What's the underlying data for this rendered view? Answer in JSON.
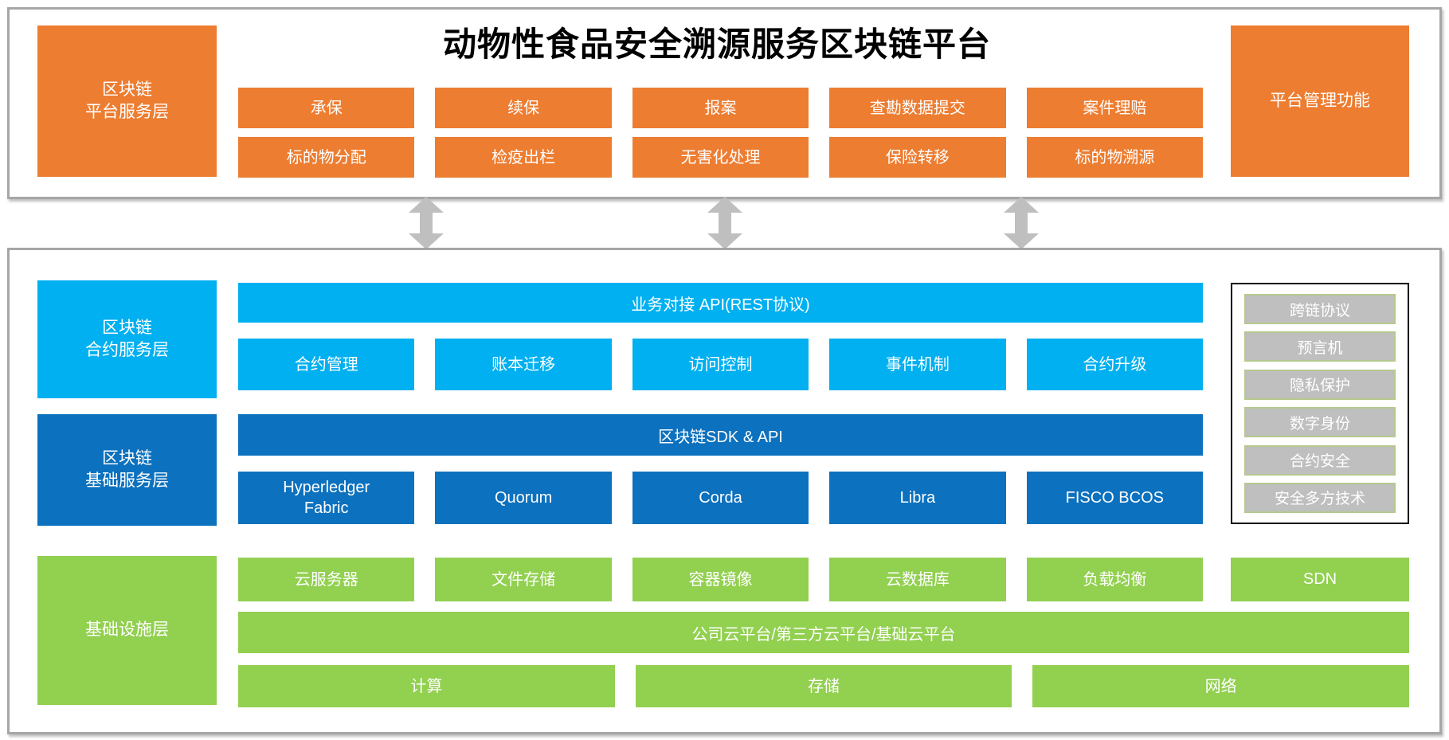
{
  "title": "动物性食品安全溯源服务区块链平台",
  "colors": {
    "orange": "#ED7D31",
    "light_blue": "#00B0F0",
    "dark_blue": "#0C71BE",
    "green": "#92D050",
    "gray_fill": "#BFBFBF",
    "gray_border": "#A6A6A6",
    "panel_item_border": "#B5C98E",
    "arrow_gray": "#BFBFBF"
  },
  "platform_layer": {
    "label_lines": [
      "区块链",
      "平台服务层"
    ],
    "admin_label": "平台管理功能",
    "button_rows": [
      [
        "承保",
        "续保",
        "报案",
        "查勘数据提交",
        "案件理赔"
      ],
      [
        "标的物分配",
        "检疫出栏",
        "无害化处理",
        "保险转移",
        "标的物溯源"
      ]
    ]
  },
  "contract_layer": {
    "label_lines": [
      "区块链",
      "合约服务层"
    ],
    "api_bar": "业务对接 API(REST协议)",
    "buttons": [
      "合约管理",
      "账本迁移",
      "访问控制",
      "事件机制",
      "合约升级"
    ]
  },
  "base_layer": {
    "label_lines": [
      "区块链",
      "基础服务层"
    ],
    "sdk_bar": "区块链SDK & API",
    "buttons": [
      "Hyperledger Fabric",
      "Quorum",
      "Corda",
      "Libra",
      "FISCO BCOS"
    ]
  },
  "security_panel": {
    "items": [
      "跨链协议",
      "预言机",
      "隐私保护",
      "数字身份",
      "合约安全",
      "安全多方技术"
    ]
  },
  "infra_layer": {
    "label": "基础设施层",
    "row1": [
      "云服务器",
      "文件存储",
      "容器镜像",
      "云数据库",
      "负载均衡"
    ],
    "sdn_label": "SDN",
    "cloud_bar": "公司云平台/第三方云平台/基础云平台",
    "row2": [
      "计算",
      "存储",
      "网络"
    ]
  }
}
